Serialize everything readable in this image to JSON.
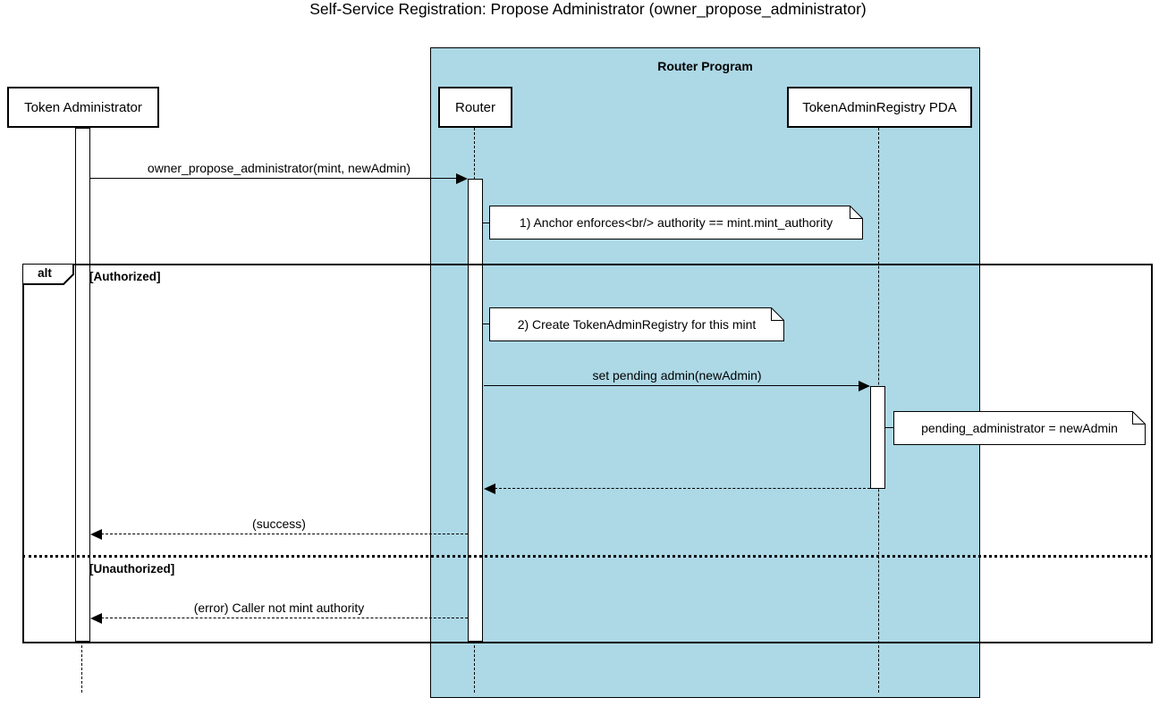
{
  "title": "Self-Service Registration: Propose Administrator (owner_propose_administrator)",
  "container": {
    "label": "Router Program"
  },
  "participants": [
    {
      "label": "Token Administrator"
    },
    {
      "label": "Router"
    },
    {
      "label": "TokenAdminRegistry PDA"
    }
  ],
  "messages": {
    "propose": "owner_propose_administrator(mint, newAdmin)",
    "set_pending": "set pending admin(newAdmin)",
    "success": "(success)",
    "error": "(error) Caller not mint authority"
  },
  "notes": {
    "note1": "1) Anchor enforces<br/> authority == mint.mint_authority",
    "note2": "2) Create TokenAdminRegistry for this mint",
    "note3": "pending_administrator = newAdmin"
  },
  "alt": {
    "operator": "alt",
    "guard_authorized": "[Authorized]",
    "guard_unauthorized": "[Unauthorized]"
  },
  "colors": {
    "program_fill": "#ADD8E6",
    "participant_fill": "#FFFFFF",
    "note_fill": "#FFFFFF",
    "line": "#000000"
  }
}
